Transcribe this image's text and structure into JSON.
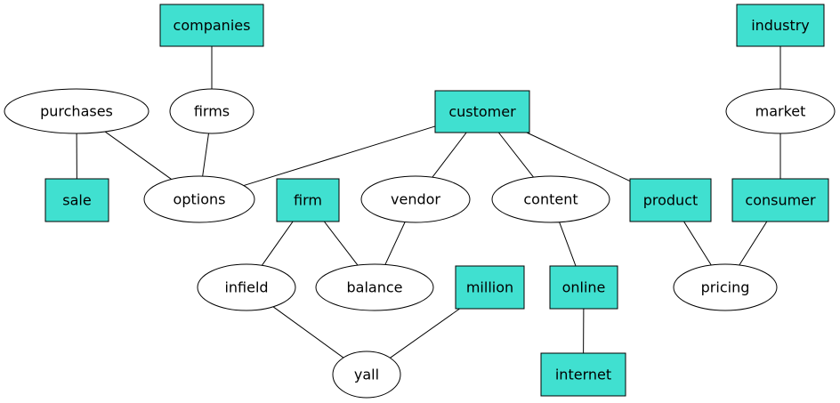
{
  "nodes": {
    "companies": {
      "label": "companies",
      "shape": "box"
    },
    "industry": {
      "label": "industry",
      "shape": "box"
    },
    "purchases": {
      "label": "purchases",
      "shape": "ellipse"
    },
    "firms": {
      "label": "firms",
      "shape": "ellipse"
    },
    "customer": {
      "label": "customer",
      "shape": "box"
    },
    "market": {
      "label": "market",
      "shape": "ellipse"
    },
    "sale": {
      "label": "sale",
      "shape": "box"
    },
    "options": {
      "label": "options",
      "shape": "ellipse"
    },
    "firm": {
      "label": "firm",
      "shape": "box"
    },
    "vendor": {
      "label": "vendor",
      "shape": "ellipse"
    },
    "content": {
      "label": "content",
      "shape": "ellipse"
    },
    "product": {
      "label": "product",
      "shape": "box"
    },
    "consumer": {
      "label": "consumer",
      "shape": "box"
    },
    "infield": {
      "label": "infield",
      "shape": "ellipse"
    },
    "balance": {
      "label": "balance",
      "shape": "ellipse"
    },
    "million": {
      "label": "million",
      "shape": "box"
    },
    "online": {
      "label": "online",
      "shape": "box"
    },
    "pricing": {
      "label": "pricing",
      "shape": "ellipse"
    },
    "yall": {
      "label": "yall",
      "shape": "ellipse"
    },
    "internet": {
      "label": "internet",
      "shape": "box"
    }
  },
  "edges": [
    [
      "companies",
      "firms"
    ],
    [
      "industry",
      "market"
    ],
    [
      "purchases",
      "sale"
    ],
    [
      "purchases",
      "options"
    ],
    [
      "firms",
      "options"
    ],
    [
      "customer",
      "options"
    ],
    [
      "customer",
      "vendor"
    ],
    [
      "customer",
      "content"
    ],
    [
      "customer",
      "product"
    ],
    [
      "market",
      "consumer"
    ],
    [
      "firm",
      "infield"
    ],
    [
      "firm",
      "balance"
    ],
    [
      "vendor",
      "balance"
    ],
    [
      "content",
      "online"
    ],
    [
      "product",
      "pricing"
    ],
    [
      "consumer",
      "pricing"
    ],
    [
      "infield",
      "yall"
    ],
    [
      "million",
      "yall"
    ],
    [
      "online",
      "internet"
    ]
  ],
  "colors": {
    "box_fill": "#40e0d0",
    "ellipse_fill": "#ffffff",
    "stroke": "#000000"
  }
}
